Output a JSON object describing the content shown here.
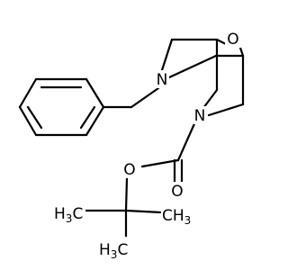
{
  "molecule": {
    "atom_labels": {
      "oxygen_bridge": "O",
      "nitrogen_benzyl": "N",
      "nitrogen_carbamate": "N",
      "oxygen_ester": "O",
      "oxygen_carbonyl": "O",
      "methyl_left": {
        "element": "H",
        "subscript": "3",
        "suffix": "C"
      },
      "methyl_right": {
        "element": "CH",
        "subscript": "3"
      },
      "methyl_bottom": {
        "element": "H",
        "subscript": "3",
        "suffix": "C"
      }
    }
  }
}
